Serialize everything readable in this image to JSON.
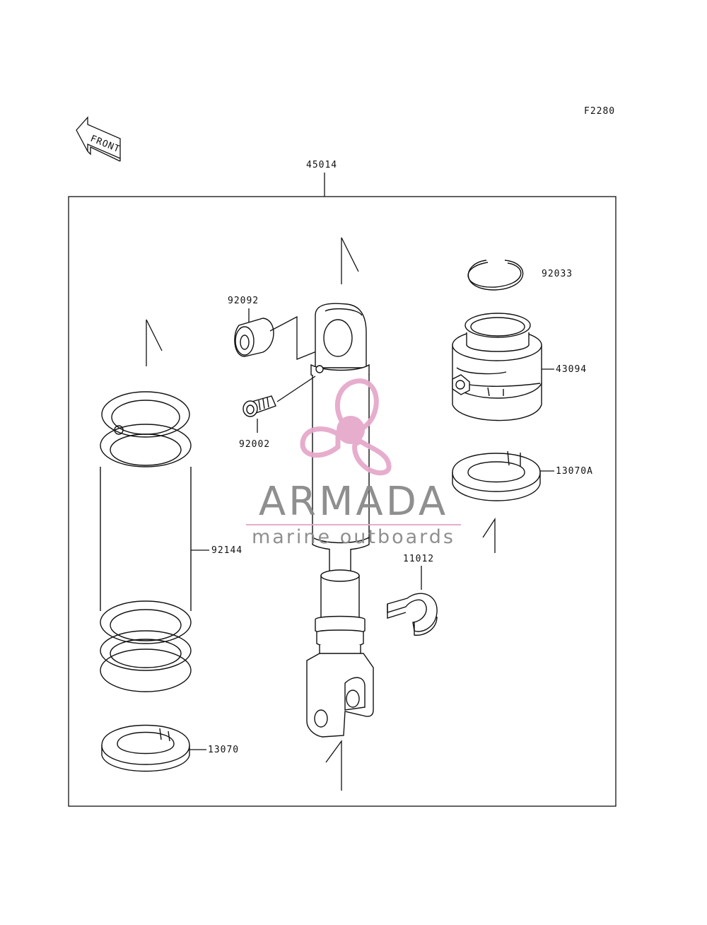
{
  "diagram": {
    "code": "F2280",
    "front_label": "FRONT",
    "assembly_label": "45014",
    "parts": {
      "snap_ring": "92033",
      "bushing": "92092",
      "adjuster": "43094",
      "bolt": "92002",
      "spring_seat_upper": "13070A",
      "spring": "92144",
      "stopper": "11012",
      "spring_seat_lower": "13070"
    }
  },
  "watermark": {
    "brand": "ARMADA",
    "tagline": "marine outboards",
    "accent_color": "#e6a9cb",
    "text_color": "#8a8a8a"
  }
}
